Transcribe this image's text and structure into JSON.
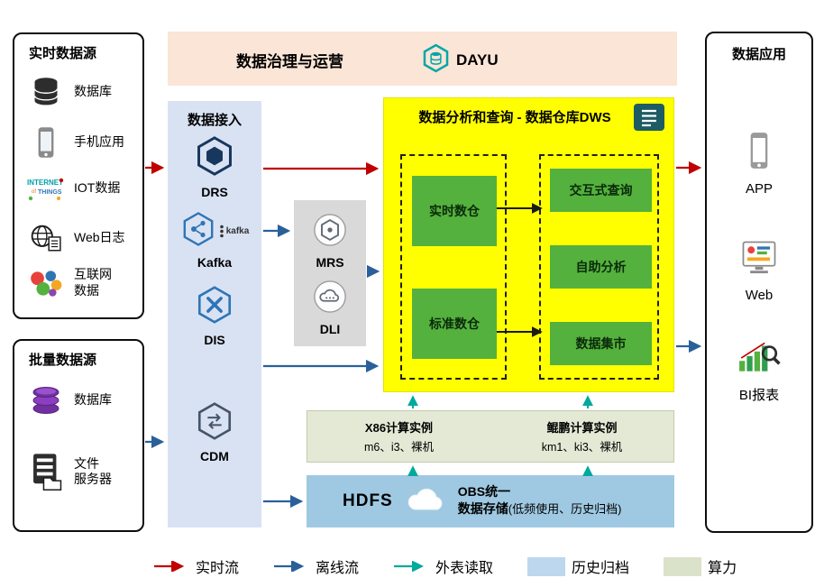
{
  "colors": {
    "realtime_flow": "#c00000",
    "offline_flow": "#2a6099",
    "external_read": "#00a99d",
    "history_archive": "#bdd7ee",
    "compute_power": "#dbe2ca",
    "dws_background": "#ffff00",
    "module_green": "#55b13e",
    "ingestion_background": "#d9e2f3",
    "banner_background": "#fbe5d6",
    "hdfs_background": "#9fc9e2",
    "mrs_dli_background": "#d9d9d9"
  },
  "realtime_sources": {
    "title": "实时数据源",
    "items": [
      {
        "label": "数据库",
        "icon": "database-icon"
      },
      {
        "label": "手机应用",
        "icon": "mobile-app-icon"
      },
      {
        "label": "IOT数据",
        "icon": "iot-icon"
      },
      {
        "label": "Web日志",
        "icon": "web-log-icon"
      },
      {
        "label": "互联网\n数据",
        "icon": "internet-data-icon"
      }
    ]
  },
  "batch_sources": {
    "title": "批量数据源",
    "items": [
      {
        "label": "数据库",
        "icon": "purple-database-icon"
      },
      {
        "label": "文件\n服务器",
        "icon": "file-server-icon"
      }
    ]
  },
  "governance_banner": {
    "title": "数据治理与运营",
    "product": "DAYU"
  },
  "ingestion": {
    "title": "数据接入",
    "services": [
      {
        "name": "DRS"
      },
      {
        "name": "Kafka",
        "logo_text": "kafka"
      },
      {
        "name": "DIS"
      },
      {
        "name": "CDM"
      }
    ]
  },
  "processing": {
    "services": [
      {
        "name": "MRS"
      },
      {
        "name": "DLI"
      }
    ]
  },
  "dws": {
    "title": "数据分析和查询 - 数据仓库DWS",
    "warehouses": [
      {
        "label": "实时数仓"
      },
      {
        "label": "标准数仓"
      }
    ],
    "services": [
      {
        "label": "交互式查询"
      },
      {
        "label": "自助分析"
      },
      {
        "label": "数据集市"
      }
    ]
  },
  "compute": {
    "x86": {
      "title": "X86计算实例",
      "specs": "m6、i3、裸机"
    },
    "kunpeng": {
      "title": "鲲鹏计算实例",
      "specs": "km1、ki3、裸机"
    }
  },
  "storage": {
    "hdfs": "HDFS",
    "obs_line1": "OBS统一",
    "obs_line2": "数据存储",
    "note": "(低频使用、历史归档)"
  },
  "applications": {
    "title": "数据应用",
    "items": [
      {
        "label": "APP",
        "icon": "app-phone-icon"
      },
      {
        "label": "Web",
        "icon": "web-dashboard-icon"
      },
      {
        "label": "BI报表",
        "icon": "bi-report-icon"
      }
    ]
  },
  "legend": {
    "items": [
      {
        "label": "实时流",
        "type": "arrow",
        "color": "#c00000"
      },
      {
        "label": "离线流",
        "type": "arrow",
        "color": "#2a6099"
      },
      {
        "label": "外表读取",
        "type": "arrow",
        "color": "#00a99d"
      },
      {
        "label": "历史归档",
        "type": "swatch",
        "color": "#bdd7ee"
      },
      {
        "label": "算力",
        "type": "swatch",
        "color": "#dbe2ca"
      }
    ]
  }
}
